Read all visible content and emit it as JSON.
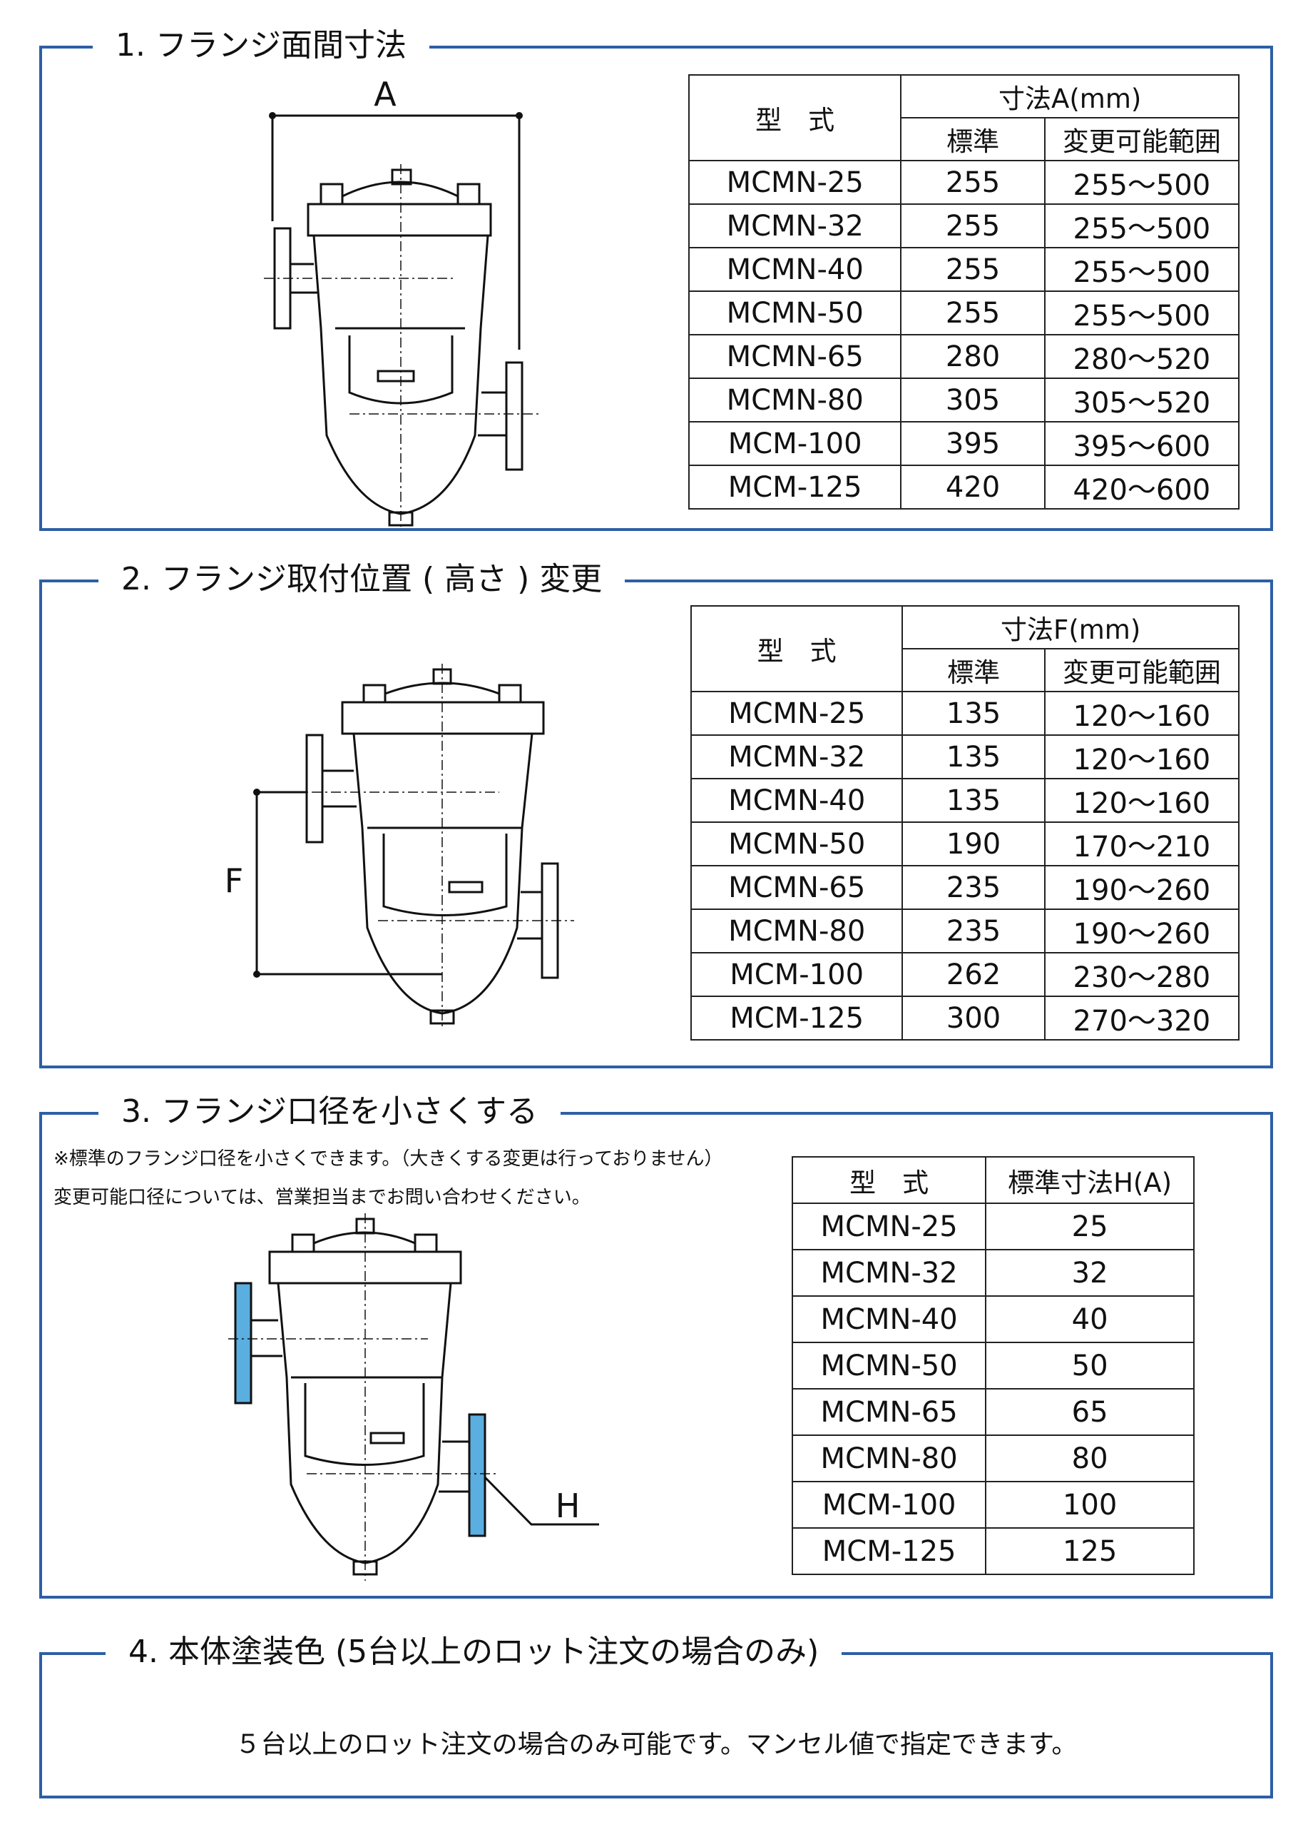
{
  "section1": {
    "title": "1. フランジ面間寸法",
    "dim_label": "A",
    "table": {
      "col_model": "型　式",
      "col_dim": "寸法A(mm)",
      "col_std": "標準",
      "col_range": "変更可能範囲",
      "rows": [
        [
          "MCMN-25",
          "255",
          "255～500"
        ],
        [
          "MCMN-32",
          "255",
          "255～500"
        ],
        [
          "MCMN-40",
          "255",
          "255～500"
        ],
        [
          "MCMN-50",
          "255",
          "255～500"
        ],
        [
          "MCMN-65",
          "280",
          "280～520"
        ],
        [
          "MCMN-80",
          "305",
          "305～520"
        ],
        [
          "MCM-100",
          "395",
          "395～600"
        ],
        [
          "MCM-125",
          "420",
          "420～600"
        ]
      ]
    }
  },
  "section2": {
    "title": "2. フランジ取付位置 ( 高さ ) 変更",
    "dim_label": "F",
    "table": {
      "col_model": "型　式",
      "col_dim": "寸法F(mm)",
      "col_std": "標準",
      "col_range": "変更可能範囲",
      "rows": [
        [
          "MCMN-25",
          "135",
          "120～160"
        ],
        [
          "MCMN-32",
          "135",
          "120～160"
        ],
        [
          "MCMN-40",
          "135",
          "120～160"
        ],
        [
          "MCMN-50",
          "190",
          "170～210"
        ],
        [
          "MCMN-65",
          "235",
          "190～260"
        ],
        [
          "MCMN-80",
          "235",
          "190～260"
        ],
        [
          "MCM-100",
          "262",
          "230～280"
        ],
        [
          "MCM-125",
          "300",
          "270～320"
        ]
      ]
    }
  },
  "section3": {
    "title": "3. フランジ口径を小さくする",
    "note1": "※標準のフランジ口径を小さくできます。（大きくする変更は行っておりません）",
    "note2": "変更可能口径については、営業担当までお問い合わせください。",
    "dim_label": "H",
    "table": {
      "col_model": "型　式",
      "col_dim": "標準寸法H(A)",
      "rows": [
        [
          "MCMN-25",
          "25"
        ],
        [
          "MCMN-32",
          "32"
        ],
        [
          "MCMN-40",
          "40"
        ],
        [
          "MCMN-50",
          "50"
        ],
        [
          "MCMN-65",
          "65"
        ],
        [
          "MCMN-80",
          "80"
        ],
        [
          "MCM-100",
          "100"
        ],
        [
          "MCM-125",
          "125"
        ]
      ]
    }
  },
  "section4": {
    "title": "4. 本体塗装色 (5台以上のロット注文の場合のみ)",
    "text": "５台以上のロット注文の場合のみ可能です。マンセル値で指定できます。"
  },
  "colors": {
    "frame": "#2d5fa5",
    "highlight_flange": "#5aaee0"
  }
}
